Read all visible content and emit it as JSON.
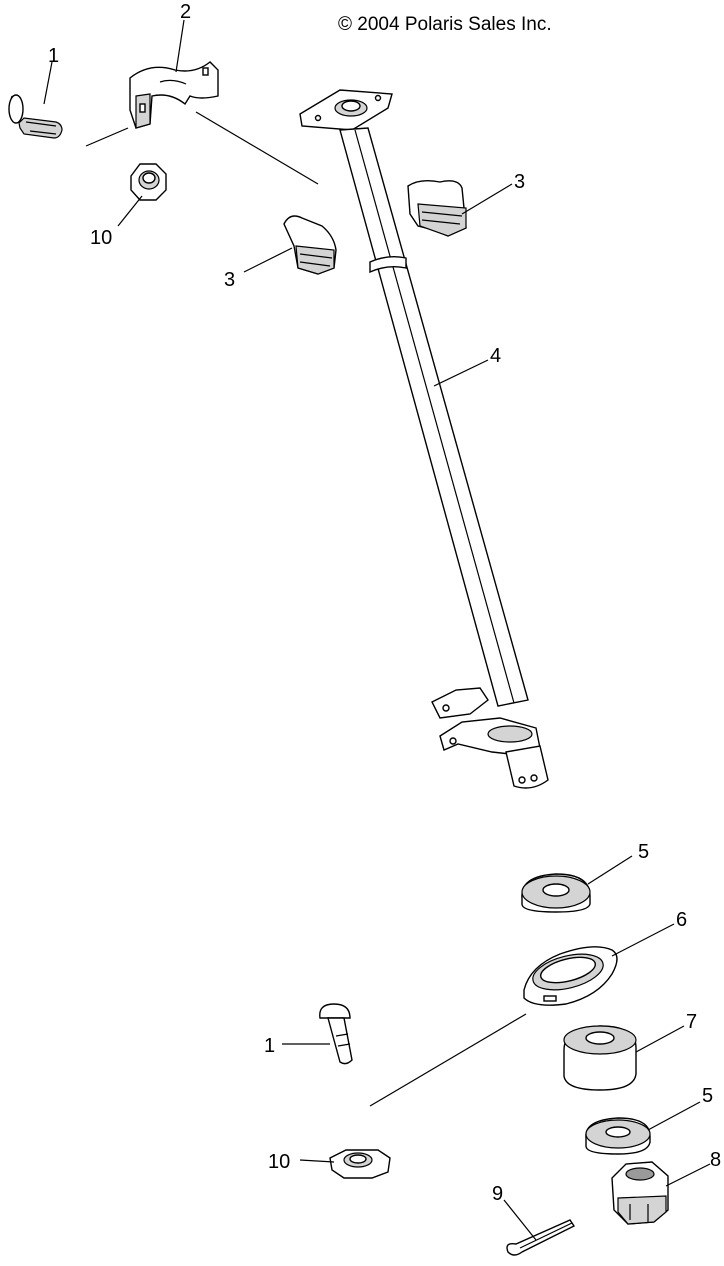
{
  "copyright": "© 2004 Polaris Sales Inc.",
  "callouts": {
    "c1_top": "1",
    "c2": "2",
    "c10_top": "10",
    "c3_left": "3",
    "c3_right": "3",
    "c4": "4",
    "c5_top": "5",
    "c6": "6",
    "c1_bottom": "1",
    "c7": "7",
    "c5_bottom": "5",
    "c10_bottom": "10",
    "c8": "8",
    "c9": "9"
  }
}
